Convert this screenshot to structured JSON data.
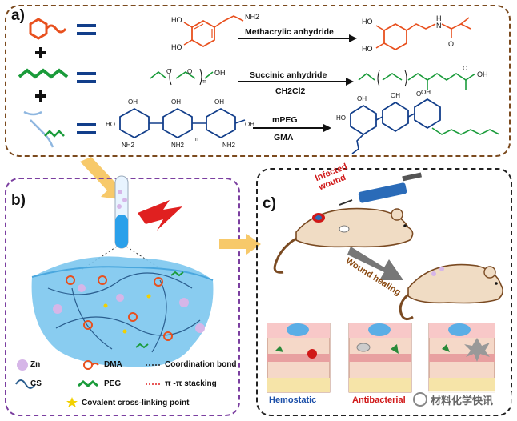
{
  "panel_a": {
    "tag": "a)",
    "reagents": [
      "Methacrylic anhydride",
      "Succinic anhydride",
      "CH2Cl2",
      "mPEG",
      "GMA"
    ],
    "labels": {
      "ho1": "HO",
      "ho2": "HO",
      "nh2": "NH2",
      "h": "H",
      "n": "N",
      "o": "O",
      "oh": "OH",
      "m": "m",
      "n_sub": "n"
    }
  },
  "panel_b": {
    "tag": "b)",
    "legend": [
      {
        "label": "Zn"
      },
      {
        "label": "DMA"
      },
      {
        "label": "Coordination bond"
      },
      {
        "label": "CS"
      },
      {
        "label": "PEG"
      },
      {
        "label": "π -π stacking"
      },
      {
        "label": "Covalent cross-linking point"
      }
    ]
  },
  "panel_c": {
    "tag": "c)",
    "infected_wound": "Infected wound",
    "wound_healing": "Wound healing",
    "captions": [
      "Hemostatic",
      "Antibacterial"
    ]
  },
  "watermark": "材料化学快讯",
  "colors": {
    "dopamine": "#e8501e",
    "peg": "#1a9b3a",
    "chitosan": "#123e8a",
    "zn": "#d6b6e8",
    "arrow": "#f7c96a"
  }
}
